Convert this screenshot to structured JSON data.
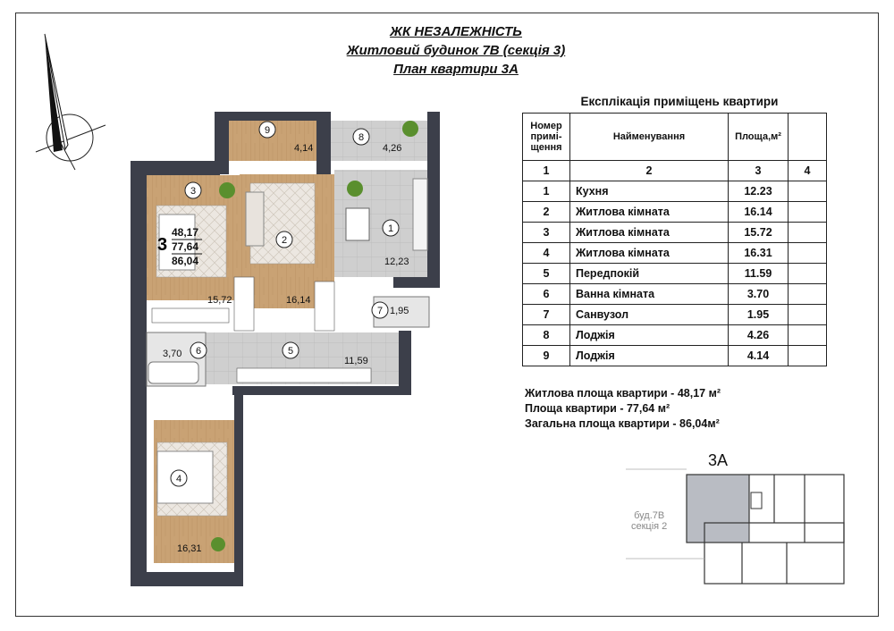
{
  "header": {
    "line1": "ЖК НЕЗАЛЕЖНІСТЬ",
    "line2": "Житловий будинок 7В (секція 3)",
    "line3": "План квартири 3А"
  },
  "explication": {
    "title": "Експлікація приміщень квартири",
    "columns": [
      "Номер примі- щення",
      "Найменування",
      "Площа,м²",
      ""
    ],
    "index_row": [
      "1",
      "2",
      "3",
      "4"
    ],
    "rows": [
      {
        "num": "1",
        "name": "Кухня",
        "area": "12.23"
      },
      {
        "num": "2",
        "name": "Житлова кімната",
        "area": "16.14"
      },
      {
        "num": "3",
        "name": "Житлова кімната",
        "area": "15.72"
      },
      {
        "num": "4",
        "name": "Житлова кімната",
        "area": "16.31"
      },
      {
        "num": "5",
        "name": "Передпокій",
        "area": "11.59"
      },
      {
        "num": "6",
        "name": "Ванна кімната",
        "area": "3.70"
      },
      {
        "num": "7",
        "name": "Санвузол",
        "area": "1.95"
      },
      {
        "num": "8",
        "name": "Лоджія",
        "area": "4.26"
      },
      {
        "num": "9",
        "name": "Лоджія",
        "area": "4.14"
      }
    ]
  },
  "summary": {
    "living": "Житлова площа квартири - 48,17 м²",
    "apartment": "Площа квартири - 77,64 м²",
    "total": "Загальна площа квартири - 86,04м²"
  },
  "plan": {
    "rooms_count": "3",
    "area_living": "48,17",
    "area_apartment": "77,64",
    "area_total": "86,04",
    "room_labels": {
      "r1": "1",
      "r2": "2",
      "r3": "3",
      "r4": "4",
      "r5": "5",
      "r6": "6",
      "r7": "7",
      "r8": "8",
      "r9": "9"
    },
    "room_areas": {
      "r1": "12,23",
      "r2": "16,14",
      "r3": "15,72",
      "r4": "16,31",
      "r5": "11,59",
      "r6": "3,70",
      "r7": "1,95",
      "r8": "4,26",
      "r9": "4,14"
    }
  },
  "keyplan": {
    "apartment": "3А",
    "building_note_1": "буд.7В",
    "building_note_2": "секція 2"
  },
  "colors": {
    "wall": "#3c3f4a",
    "wood": "#c9a274",
    "tile": "#c8c8c8",
    "rug": "#ece7e1",
    "highlight": "#b9bcc3"
  }
}
